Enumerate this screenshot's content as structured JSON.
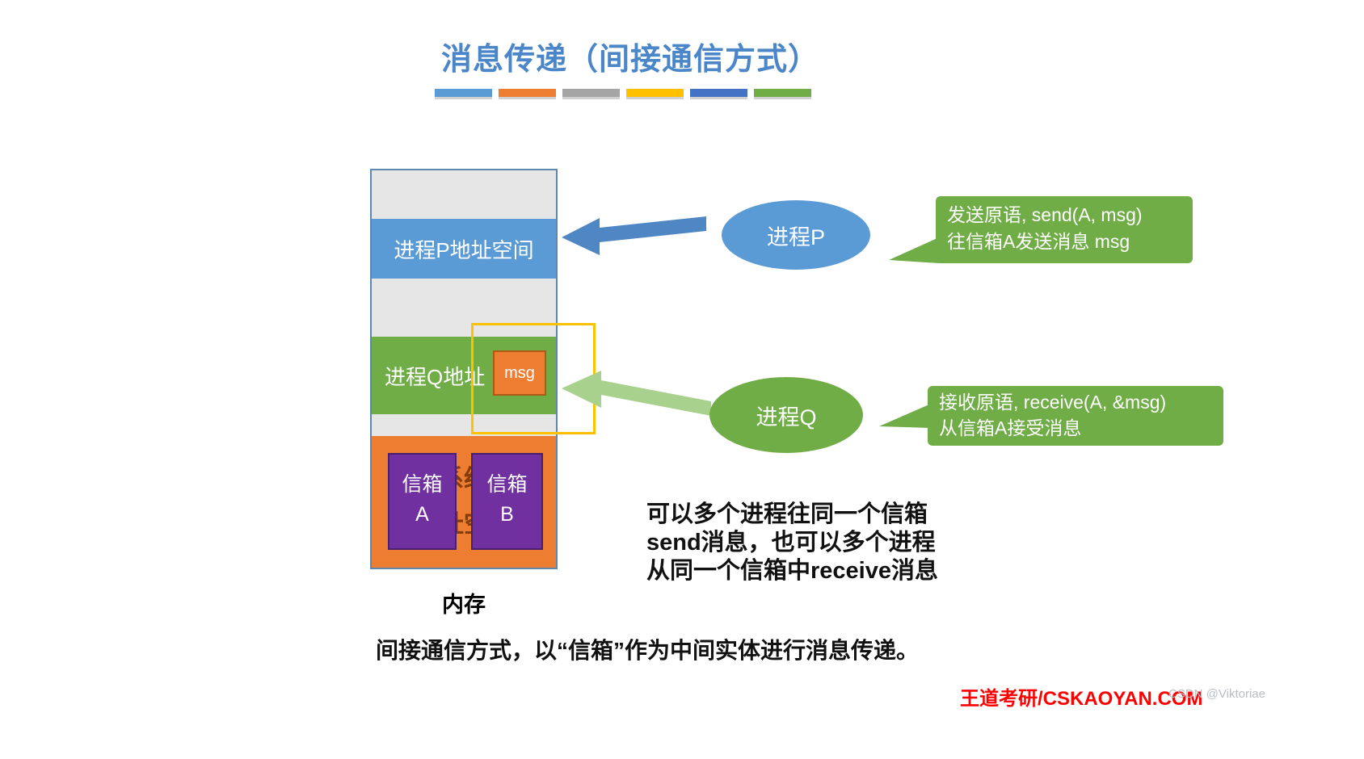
{
  "title": "消息传递（间接通信方式）",
  "accent_bars": {
    "colors": [
      "#5B9BD5",
      "#ED7D31",
      "#A5A5A5",
      "#FFC000",
      "#4472C4",
      "#70AD47"
    ]
  },
  "memory": {
    "label": "内存",
    "process_p_label": "进程P地址空间",
    "process_q_label": "进程Q地址",
    "msg_label": "msg",
    "kernel_hidden_text": "操作系统内核地址空间",
    "mailbox_a_line1": "信箱",
    "mailbox_a_line2": "A",
    "mailbox_b_line1": "信箱",
    "mailbox_b_line2": "B"
  },
  "process_p_label": "进程P",
  "process_q_label": "进程Q",
  "send_callout": {
    "line1": "发送原语, send(A, msg)",
    "line2": "往信箱A发送消息 msg"
  },
  "receive_callout": {
    "line1": "接收原语, receive(A, &msg)",
    "line2": "从信箱A接受消息"
  },
  "note": {
    "line1": "可以多个进程往同一个信箱",
    "line2": "send消息，也可以多个进程",
    "line3": "从同一个信箱中receive消息"
  },
  "footer": "间接通信方式，以“信箱”作为中间实体进行消息传递。",
  "brand": "王道考研/CSKAOYAN.COM",
  "watermark": "CSDN @Viktoriae",
  "colors": {
    "title_blue": "#4A86C8",
    "band_blue": "#5B9BD5",
    "band_green": "#70AD47",
    "band_orange": "#ED7D31",
    "mailbox_purple": "#7030A0",
    "highlight_gold": "#FFC000",
    "arrow_light_green": "#A9D18E",
    "gray_band": "#E7E6E6",
    "kernel_text": "#843C0C",
    "brand_red": "#FF0000"
  }
}
